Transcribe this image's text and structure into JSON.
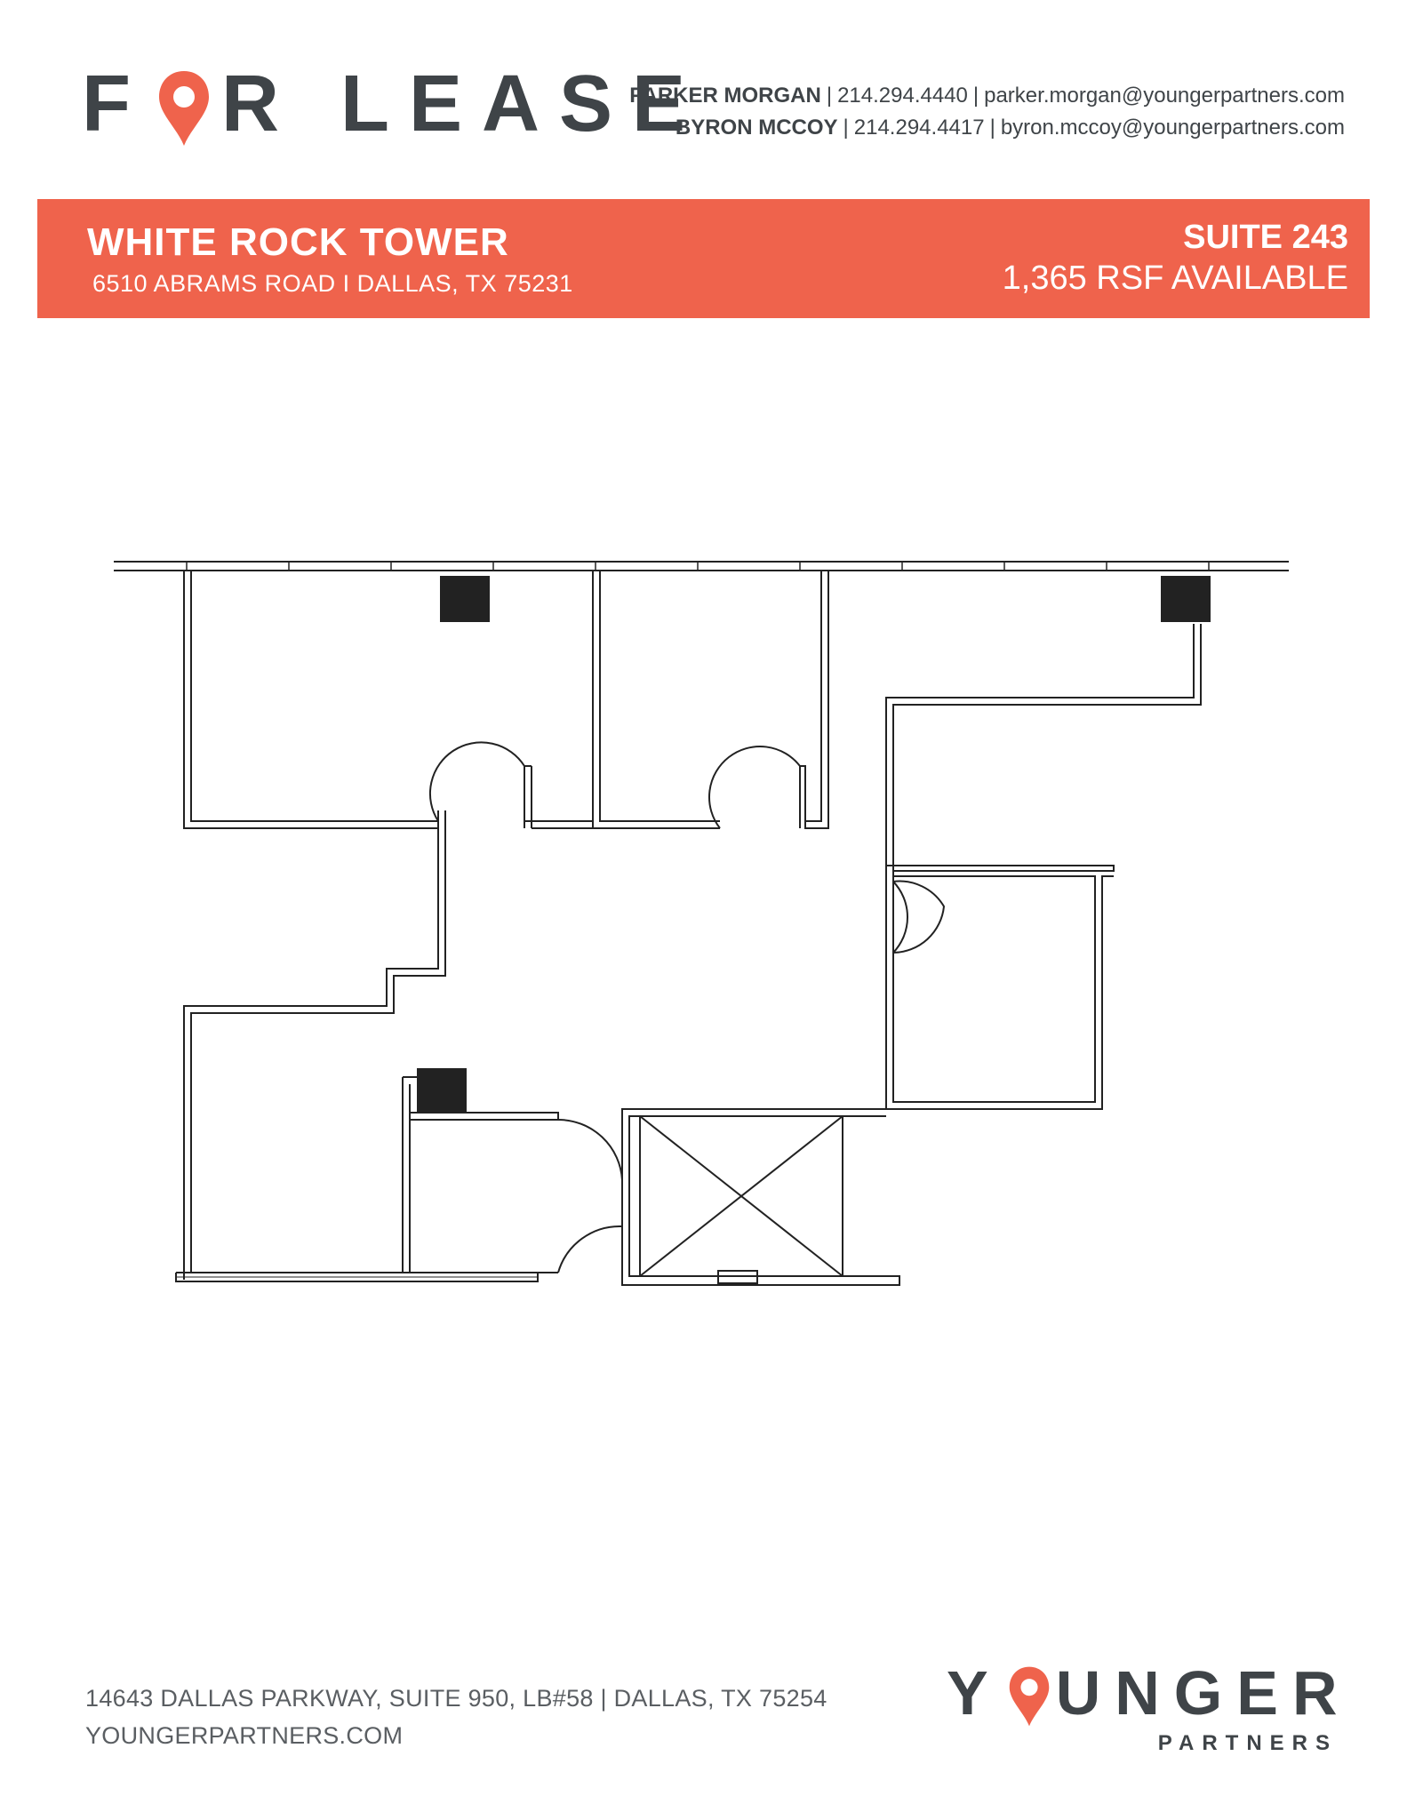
{
  "header": {
    "title_left": "F",
    "title_right": "R LEASE",
    "contacts": [
      {
        "name": "PARKER MORGAN",
        "phone": "214.294.4440",
        "email": "parker.morgan@youngerpartners.com"
      },
      {
        "name": "BYRON MCCOY",
        "phone": "214.294.4417",
        "email": "byron.mccoy@youngerpartners.com"
      }
    ],
    "separator": "|"
  },
  "banner": {
    "building": "WHITE ROCK TOWER",
    "address": "6510 ABRAMS ROAD  I  DALLAS, TX 75231",
    "suite": "SUITE 243",
    "rsf": "1,365 RSF AVAILABLE"
  },
  "footer": {
    "address_line": "14643 DALLAS PARKWAY, SUITE 950, LB#58 | DALLAS, TX 75254",
    "website": "YOUNGERPARTNERS.COM",
    "logo_left": "Y",
    "logo_right": "UNGER",
    "logo_sub": "PARTNERS"
  },
  "colors": {
    "accent": "#ef634c",
    "text": "#3f4448"
  },
  "icons": [
    "location-pin-icon"
  ]
}
